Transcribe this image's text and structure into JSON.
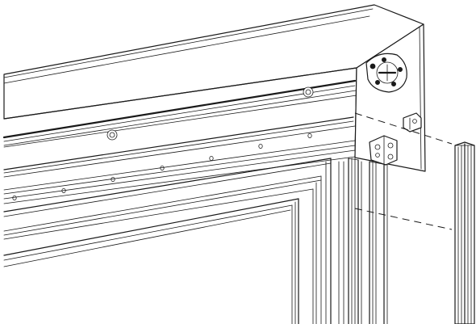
{
  "diagram": {
    "type": "technical-line-drawing",
    "subject": "exploded-assembly",
    "parts": [
      {
        "name": "headbox-housing",
        "icon": "roller-box-icon"
      },
      {
        "name": "end-cap-plate",
        "icon": "end-plate-icon"
      },
      {
        "name": "drive-gear-bracket",
        "icon": "gear-icon"
      },
      {
        "name": "guide-rail-clip",
        "icon": "bracket-icon"
      },
      {
        "name": "corner-bracket",
        "icon": "bracket-icon"
      },
      {
        "name": "door-frame",
        "icon": "frame-icon"
      },
      {
        "name": "side-guide-rail",
        "icon": "rail-icon"
      },
      {
        "name": "loose-guide-rail",
        "icon": "rail-icon"
      }
    ],
    "assembly_lines": 2,
    "colors": {
      "line": "#1a1a1a",
      "background": "#ffffff"
    }
  }
}
